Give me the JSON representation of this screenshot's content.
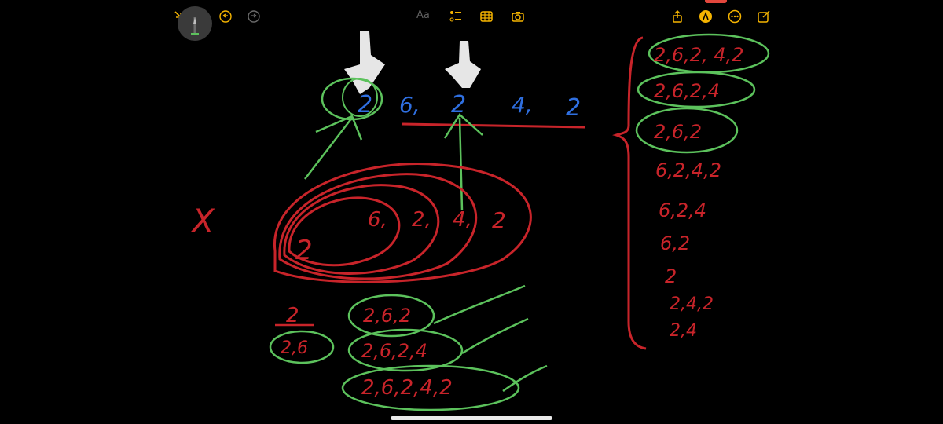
{
  "toolbar": {
    "left": [
      {
        "name": "collapse-icon",
        "label": "collapse"
      },
      {
        "name": "pen-tool-icon",
        "label": "pen"
      },
      {
        "name": "undo-icon",
        "label": "undo"
      },
      {
        "name": "redo-icon",
        "label": "redo"
      }
    ],
    "center": {
      "text_format_label": "Aa",
      "checklist_icon": "checklist-icon",
      "table_icon": "table-icon",
      "camera_icon": "camera-icon"
    },
    "right": [
      {
        "name": "share-icon"
      },
      {
        "name": "markup-icon"
      },
      {
        "name": "more-icon"
      },
      {
        "name": "compose-icon"
      }
    ]
  },
  "colors": {
    "background": "#000000",
    "ink_red": "#c8242a",
    "ink_blue": "#2f6fe0",
    "ink_green": "#5cc25c",
    "ink_white": "#ffffff",
    "toolbar_accent": "#f5b400"
  },
  "note": {
    "top_sequence": [
      "2",
      "6,",
      "2",
      "4,",
      "2"
    ],
    "middle_sequence": [
      "2",
      "6,",
      "2,",
      "4,",
      "2"
    ],
    "cross_mark": "X",
    "bottom_left": [
      "2",
      "2,6"
    ],
    "bottom_center": [
      "2,6,2",
      "2,6,2,4",
      "2,6,2,4,2"
    ],
    "right_list": [
      "2,6,2, 4,2",
      "2,6,2,4",
      "2,6,2",
      "6,2,4,2",
      "6,2,4",
      "6,2",
      "2",
      "2,4,2",
      "2,4"
    ]
  }
}
